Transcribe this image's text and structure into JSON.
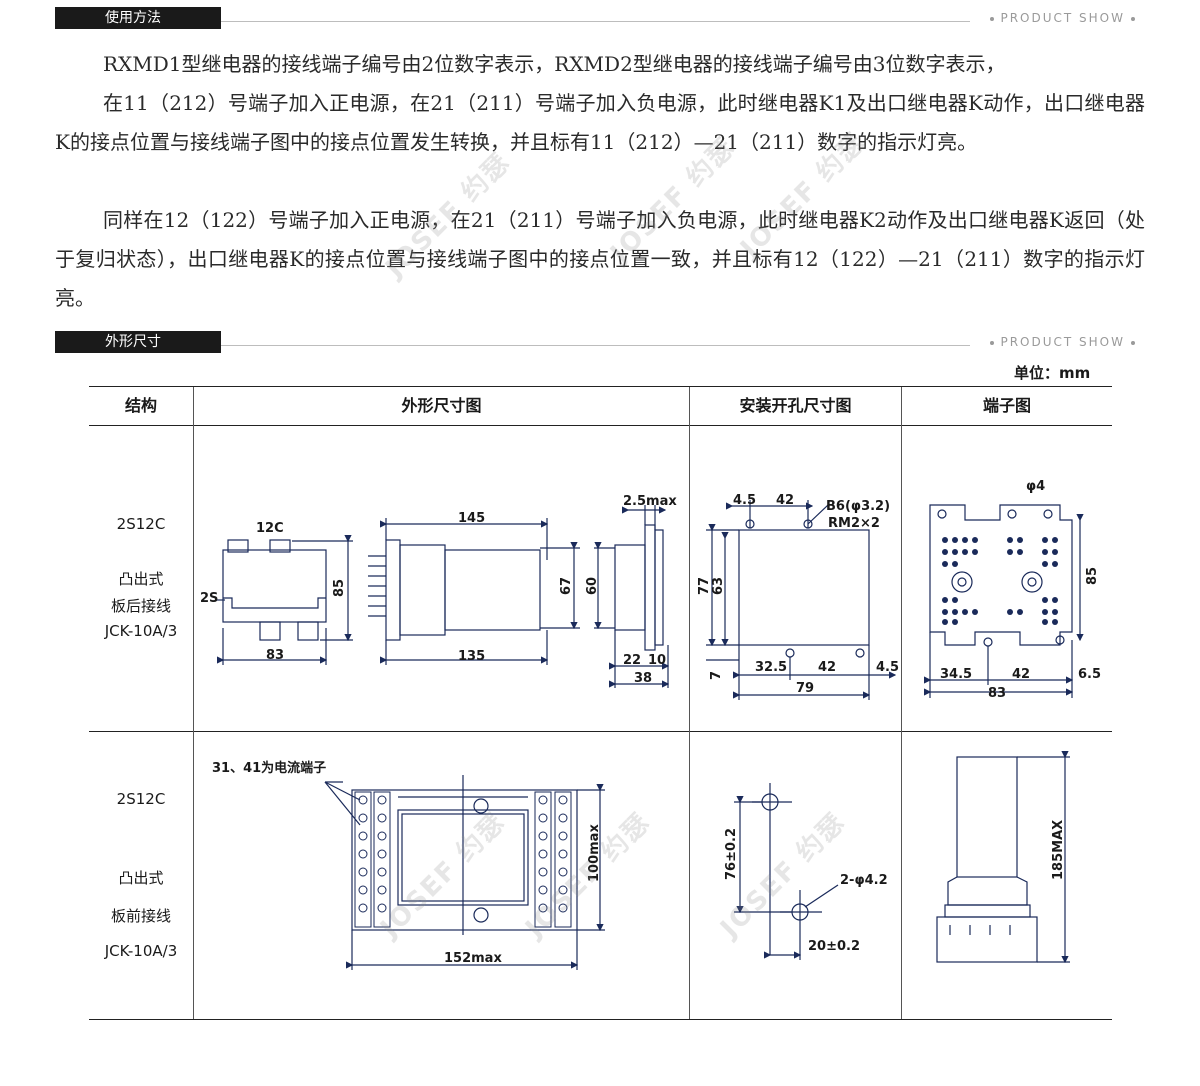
{
  "sections": [
    {
      "label": "使用方法",
      "show": "PRODUCT SHOW"
    },
    {
      "label": "外形尺寸",
      "show": "PRODUCT SHOW"
    }
  ],
  "paragraphs": [
    "RXMD1型继电器的接线端子编号由2位数字表示，RXMD2型继电器的接线端子编号由3位数字表示，",
    "在11（212）号端子加入正电源，在21（211）号端子加入负电源，此时继电器K1及出口继电器K动作，出口继电器K的接点位置与接线端子图中的接点位置发生转换，并且标有11（212）—21（211）数字的指示灯亮。",
    "同样在12（122）号端子加入正电源，在21（211）号端子加入负电源，此时继电器K2动作及出口继电器K返回（处于复归状态），出口继电器K的接点位置与接线端子图中的接点位置一致，并且标有12（122）—21（211）数字的指示灯亮。"
  ],
  "unit": "单位：mm",
  "table": {
    "headers": [
      "结构",
      "外形尺寸图",
      "安装开孔尺寸图",
      "端子图"
    ],
    "rows": [
      {
        "model": "2S12C",
        "style": "凸出式",
        "wiring": "板后接线",
        "code": "JCK-10A/3"
      },
      {
        "model": "2S12C",
        "style": "凸出式",
        "wiring": "板前接线",
        "code": "JCK-10A/3"
      }
    ]
  },
  "drawing_labels": {
    "r1_front": {
      "top": "12C",
      "side": "2S",
      "height": "85",
      "width": "83"
    },
    "r1_side": {
      "top": "145",
      "bottom": "135",
      "h1": "67",
      "h2": "60"
    },
    "r1_edge": {
      "top": "2.5max",
      "b1": "22",
      "b2": "10",
      "b3": "38"
    },
    "r1_cutout": {
      "t1": "4.5",
      "t2": "42",
      "hole": "B6(φ3.2)",
      "rm": "RM2×2",
      "h1": "77",
      "h2": "63",
      "b1": "32.5",
      "b2": "42",
      "b3": "4.5",
      "b4": "79",
      "left7": "7"
    },
    "r1_term": {
      "phi": "φ4",
      "h": "85",
      "b1": "34.5",
      "b2": "42",
      "b3": "6.5",
      "b4": "83"
    },
    "r2_front": {
      "note": "31、41为电流端子",
      "h": "100max",
      "w": "152max"
    },
    "r2_cutout": {
      "h": "76±0.2",
      "hole": "2-φ4.2",
      "w": "20±0.2"
    },
    "r2_side": {
      "h": "185MAX"
    }
  },
  "watermark": "JOSEF 约瑟"
}
